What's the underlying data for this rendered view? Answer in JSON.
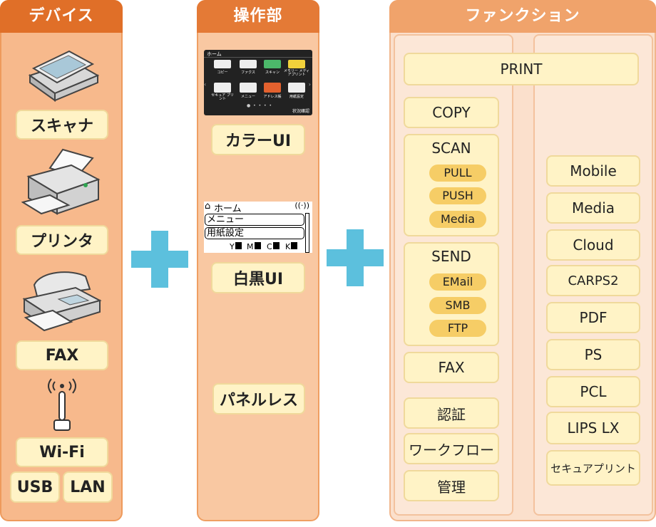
{
  "columns": {
    "devices": {
      "title": "デバイス"
    },
    "panel": {
      "title": "操作部"
    },
    "functions": {
      "title": "ファンクション"
    }
  },
  "devices": {
    "scanner_label": "スキャナ",
    "printer_label": "プリンタ",
    "fax_label": "FAX",
    "wifi_label": "Wi-Fi",
    "usb_label": "USB",
    "lan_label": "LAN"
  },
  "panel": {
    "color_ui_label": "カラーUI",
    "mono_ui_label": "白黒UI",
    "panelless_label": "パネルレス",
    "color_screen": {
      "home": "ホーム",
      "tiles": [
        "コピー",
        "ファクス",
        "スキャン",
        "メモリー メディアプリント",
        "セキュア プリント",
        "メニュー",
        "アドレス帳",
        "用紙設定"
      ],
      "status": "状況確認"
    },
    "mono_screen": {
      "home": "ホーム",
      "rows": [
        "メニュー",
        "用紙設定"
      ],
      "toner": [
        "Y",
        "M",
        "C",
        "K"
      ]
    }
  },
  "functions": {
    "print": "PRINT",
    "copy": "COPY",
    "scan": {
      "title": "SCAN",
      "items": [
        "PULL",
        "PUSH",
        "Media"
      ]
    },
    "send": {
      "title": "SEND",
      "items": [
        "EMail",
        "SMB",
        "FTP"
      ]
    },
    "fax": "FAX",
    "auth": "認証",
    "workflow": "ワークフロー",
    "management": "管理",
    "right_items": [
      "Mobile",
      "Media",
      "Cloud",
      "CARPS2",
      "PDF",
      "PS",
      "PCL",
      "LIPS LX",
      "セキュアプリント"
    ]
  },
  "colors": {
    "plus": "#5cc0dd",
    "header_dark": "#e06f28",
    "box_fill": "#fff3c6",
    "pill_fill": "#f6cd66"
  }
}
